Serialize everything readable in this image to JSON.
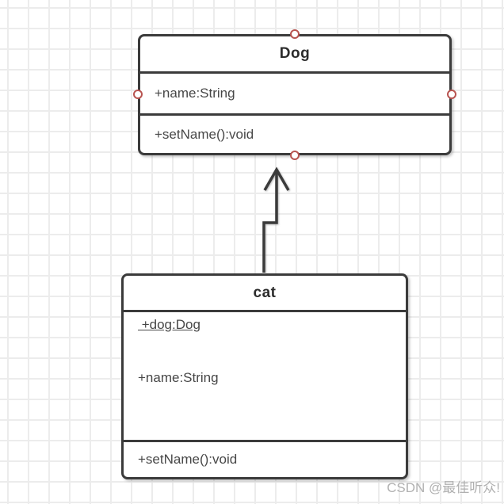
{
  "diagram": {
    "classes": [
      {
        "id": "dog",
        "title": "Dog",
        "attributes": [
          {
            "label": "+name:String",
            "static": false
          }
        ],
        "methods": [
          {
            "label": "+setName():void"
          }
        ]
      },
      {
        "id": "cat",
        "title": "cat",
        "attributes": [
          {
            "label": " +dog:Dog",
            "static": true
          },
          {
            "label": "+name:String",
            "static": false
          }
        ],
        "methods": [
          {
            "label": "+setName():void"
          }
        ]
      }
    ],
    "relationship": {
      "from": "cat",
      "to": "Dog",
      "type": "open-arrow"
    }
  },
  "watermark": {
    "text": "CSDN @最佳听众!"
  },
  "colors": {
    "box_border": "#3b3b3b",
    "handle_stroke": "#b85450",
    "grid_line": "#ececec",
    "title_text": "#2c2c2c",
    "member_text": "#474747",
    "watermark_text": "#b0b0b0"
  }
}
